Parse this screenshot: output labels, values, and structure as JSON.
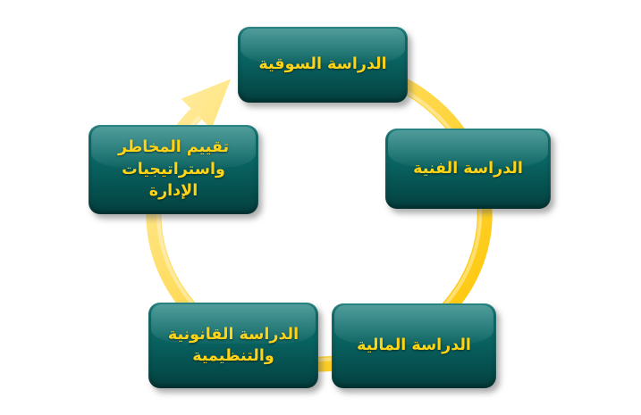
{
  "diagram": {
    "type": "cycle",
    "direction": "clockwise",
    "nodes": [
      {
        "id": "market-study",
        "label": "الدراسة السوقية",
        "position": "top"
      },
      {
        "id": "technical-study",
        "label": "الدراسة الفنية",
        "position": "right"
      },
      {
        "id": "financial-study",
        "label": "الدراسة المالية",
        "position": "bottom-right"
      },
      {
        "id": "legal-regulatory-study",
        "label": "الدراسة القانونية والتنظيمية",
        "position": "bottom-left"
      },
      {
        "id": "risk-management",
        "label": "تقييم المخاطر واستراتيجيات الإدارة",
        "position": "left"
      }
    ],
    "colors": {
      "background": "#ffffff",
      "node_fill": "#075f5e",
      "node_text": "#ffd417",
      "ring": "#ffd951",
      "ring_light": "#ffefad",
      "ring_deep": "#fdc500"
    }
  }
}
